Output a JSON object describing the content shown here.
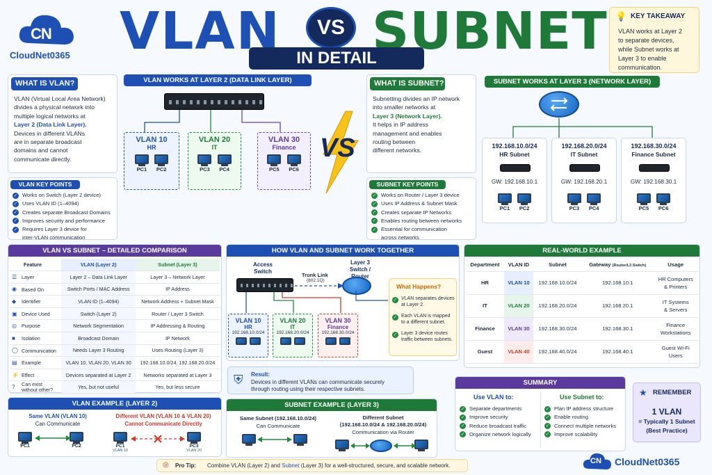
{
  "header": {
    "logo_text": "CloudNet0365",
    "logo_mark": "CN",
    "title_left": "VLAN",
    "vs": "VS",
    "title_right": "SUBNET",
    "subtitle": "IN DETAIL"
  },
  "key_takeaway": {
    "title": "KEY TAKEAWAY",
    "lines": [
      "VLAN works at Layer 2",
      "to separate devices,",
      "while Subnet works at",
      "Layer 3 to enable",
      "communication."
    ]
  },
  "what_is_vlan": {
    "title": "WHAT IS VLAN?",
    "lines": [
      "VLAN (Virtual Local Area Network)",
      "divides a physical network into",
      "multiple logical networks at"
    ],
    "highlight": "Layer 2 (Data Link Layer).",
    "lines2": [
      "Devices in different VLANs",
      "are in separate broadcast",
      "domains and cannot",
      "communicate directly."
    ]
  },
  "vlan_layer": {
    "title": "VLAN WORKS AT LAYER 2 (DATA LINK LAYER)",
    "groups": [
      {
        "name": "VLAN 10",
        "sub": "HR",
        "pcs": [
          "PC1",
          "PC2"
        ]
      },
      {
        "name": "VLAN 20",
        "sub": "IT",
        "pcs": [
          "PC3",
          "PC4"
        ]
      },
      {
        "name": "VLAN 30",
        "sub": "Finance",
        "pcs": [
          "PC5",
          "PC6"
        ]
      }
    ]
  },
  "vs_mark": "VS",
  "what_is_subnet": {
    "title": "WHAT IS SUBNET?",
    "lines": [
      "Subnetting divides an IP network",
      "into smaller networks at"
    ],
    "highlight": "Layer 3 (Network Layer).",
    "lines2": [
      "It helps in IP address",
      "management and enables",
      "routing between",
      "different networks."
    ]
  },
  "subnet_layer": {
    "title": "SUBNET WORKS AT LAYER 3 (NETWORK LAYER)",
    "groups": [
      {
        "net": "192.168.10.0/24",
        "name": "HR Subnet",
        "gw": "GW: 192.168.10.1",
        "pcs": [
          "PC1",
          "PC2"
        ]
      },
      {
        "net": "192.168.20.0/24",
        "name": "IT Subnet",
        "gw": "GW: 192.168.20.1",
        "pcs": [
          "PC3",
          "PC4"
        ]
      },
      {
        "net": "192.168.30.0/24",
        "name": "Finance Subnet",
        "gw": "GW: 192.168.30.1",
        "pcs": [
          "PC5",
          "PC6"
        ]
      }
    ]
  },
  "vlan_key_points": {
    "title": "VLAN KEY POINTS",
    "items": [
      "Works on Switch (Layer 2 device)",
      "Uses VLAN ID (1–4094)",
      "Creates separate Broadcast Domains",
      "Improves security and performance",
      "Requires Layer 3 device for"
    ],
    "last_extra": "inter-VLAN communication"
  },
  "subnet_key_points": {
    "title": "SUBNET KEY POINTS",
    "items": [
      "Works on Router / Layer 3 device",
      "Uses IP Address & Subnet Mask",
      "Creates separate IP Networks",
      "Enables routing between networks",
      "Essential for communication"
    ],
    "last_extra": "across networks"
  },
  "comparison": {
    "title": "VLAN VS SUBNET – DETAILED COMPARISON",
    "headers": [
      "Feature",
      "VLAN (Layer 2)",
      "Subnet (Layer 3)"
    ],
    "rows": [
      [
        "Layer",
        "Layer 2 – Data Link Layer",
        "Layer 3 – Network Layer"
      ],
      [
        "Based On",
        "Switch Ports / MAC Address",
        "IP Address"
      ],
      [
        "Identifier",
        "VLAN ID (1–4094)",
        "Network Address + Subnet Mask"
      ],
      [
        "Device Used",
        "Switch (Layer 2)",
        "Router / Layer 3 Switch"
      ],
      [
        "Purpose",
        "Network Segmentation",
        "IP Addressing & Routing"
      ],
      [
        "Isolation",
        "Broadcast Domain",
        "IP Network"
      ],
      [
        "Communication",
        "Needs Layer 3 Routing",
        "Uses Routing (Layer 3)"
      ],
      [
        "Example",
        "VLAN 10, VLAN 20, VLAN 30",
        "192.168.10.0/24, 192.168.20.0/24"
      ],
      [
        "Effect",
        "Devices separated at Layer 2",
        "Networks separated at Layer 3"
      ],
      [
        "Can exist|without other?",
        "Yes, but not useful",
        "Yes, but less secure"
      ]
    ]
  },
  "together": {
    "title": "HOW VLAN AND SUBNET WORK TOGETHER",
    "access_switch": "Access Switch",
    "trunk": "Trunk Link",
    "trunk_sub": "(802.1Q)",
    "l3": "Layer 3 Switch / Router",
    "groups": [
      {
        "name": "VLAN 10",
        "sub": "HR",
        "net": "192.168.10.0/24"
      },
      {
        "name": "VLAN 20",
        "sub": "IT",
        "net": "192.168.20.0/24"
      },
      {
        "name": "VLAN 30",
        "sub": "Finance",
        "net": "192.168.30.0/24"
      }
    ],
    "what_happens": {
      "title": "What Happens?",
      "items": [
        "VLAN separates devices at Layer 2.",
        "Each VLAN is mapped to a different subnet.",
        "Layer 3 device routes traffic between subnets."
      ]
    },
    "result_title": "Result:",
    "result_lines": [
      "Devices in different VLANs can communicate securely",
      "through routing using their respective subnets."
    ]
  },
  "real_world": {
    "title": "REAL-WORLD EXAMPLE",
    "headers": [
      "Department",
      "VLAN ID",
      "Subnet",
      "Gateway",
      "(Router/L3 Switch)",
      "Usage"
    ],
    "rows": [
      {
        "dept": "HR",
        "vlan": "VLAN 10",
        "subnet": "192.168.10.0/24",
        "gw": "192.168.10.1",
        "usage": "HR Computers|& Printers"
      },
      {
        "dept": "IT",
        "vlan": "VLAN 20",
        "subnet": "192.168.20.0/24",
        "gw": "192.168.20.1",
        "usage": "IT Systems|& Servers"
      },
      {
        "dept": "Finance",
        "vlan": "VLAN 30",
        "subnet": "192.168.30.0/24",
        "gw": "192.168.30.1",
        "usage": "Finance|Workstations"
      },
      {
        "dept": "Guest",
        "vlan": "VLAN 40",
        "subnet": "192.168.40.0/24",
        "gw": "192.168.40.1",
        "usage": "Guest Wi-Fi|Users"
      }
    ]
  },
  "vlan_example": {
    "title": "VLAN EXAMPLE (LAYER 2)",
    "same": "Same VLAN (VLAN 10)",
    "same_sub": "Can Communicate",
    "diff": "Different VLAN (VLAN 10 & VLAN 20)",
    "diff_sub": "Cannot Communicate Directly",
    "pcs": [
      "PC1",
      "PC2",
      "PC1",
      "PC3"
    ],
    "pc_vlans": [
      "VLAN 10",
      "VLAN 20"
    ]
  },
  "subnet_example": {
    "title": "SUBNET EXAMPLE (LAYER 3)",
    "same": "Same Subnet (192.168.10.0/24)",
    "same_sub": "Can Communicate",
    "diff": "Different Subnet",
    "diff2": "(192.168.10.0/24 & 192.168.20.0/24)",
    "diff_sub": "Communication via Router"
  },
  "summary": {
    "title": "SUMMARY",
    "vlan_title": "Use VLAN to:",
    "vlan_items": [
      "Separate departments",
      "Improve security",
      "Reduce broadcast traffic",
      "Organize network logically"
    ],
    "subnet_title": "Use Subnet to:",
    "subnet_items": [
      "Plan IP address structure",
      "Enable routing",
      "Connect multiple networks",
      "Improve scalability"
    ]
  },
  "remember": {
    "title": "REMEMBER",
    "big": "1 VLAN",
    "line1": "= Typically 1 Subnet",
    "line2": "(Best Practice)"
  },
  "pro_tip": {
    "label": "Pro Tip:",
    "pre": "Combine VLAN (Layer 2) and ",
    "subnet": "Subnet",
    "post": " (Layer 3) for a well-structured, secure, and scalable network."
  },
  "footer_logo": "CloudNet0365",
  "colors": {
    "blue": "#1e4fb3",
    "green": "#1f7a3a",
    "navy": "#142a5c",
    "purple": "#5b3a9e",
    "red": "#d03a2f"
  }
}
